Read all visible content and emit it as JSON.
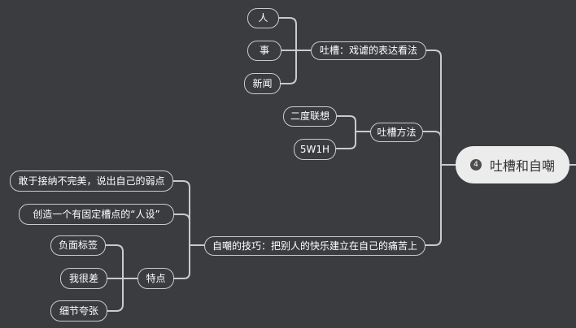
{
  "mindmap": {
    "root": {
      "number": "4",
      "label": "吐槽和自嘲"
    },
    "branches": [
      {
        "label": "吐槽：戏谑的表达看法",
        "children": [
          "人",
          "事",
          "新闻"
        ]
      },
      {
        "label": "吐槽方法",
        "children": [
          "二度联想",
          "5W1H"
        ]
      },
      {
        "label": "自嘲的技巧：把别人的快乐建立在自己的痛苦上",
        "children": [
          "敢于接纳不完美，说出自己的弱点",
          "创造一个有固定槽点的“人设”",
          {
            "label": "特点",
            "children": [
              "负面标签",
              "我很差",
              "细节夸张"
            ]
          }
        ]
      }
    ]
  },
  "colors": {
    "background": "#3a3c40",
    "line": "#c9cbcf",
    "node_text": "#ffffff",
    "root_fill": "#ececec",
    "root_text": "#333333",
    "badge_fill": "#4d4d4d"
  }
}
